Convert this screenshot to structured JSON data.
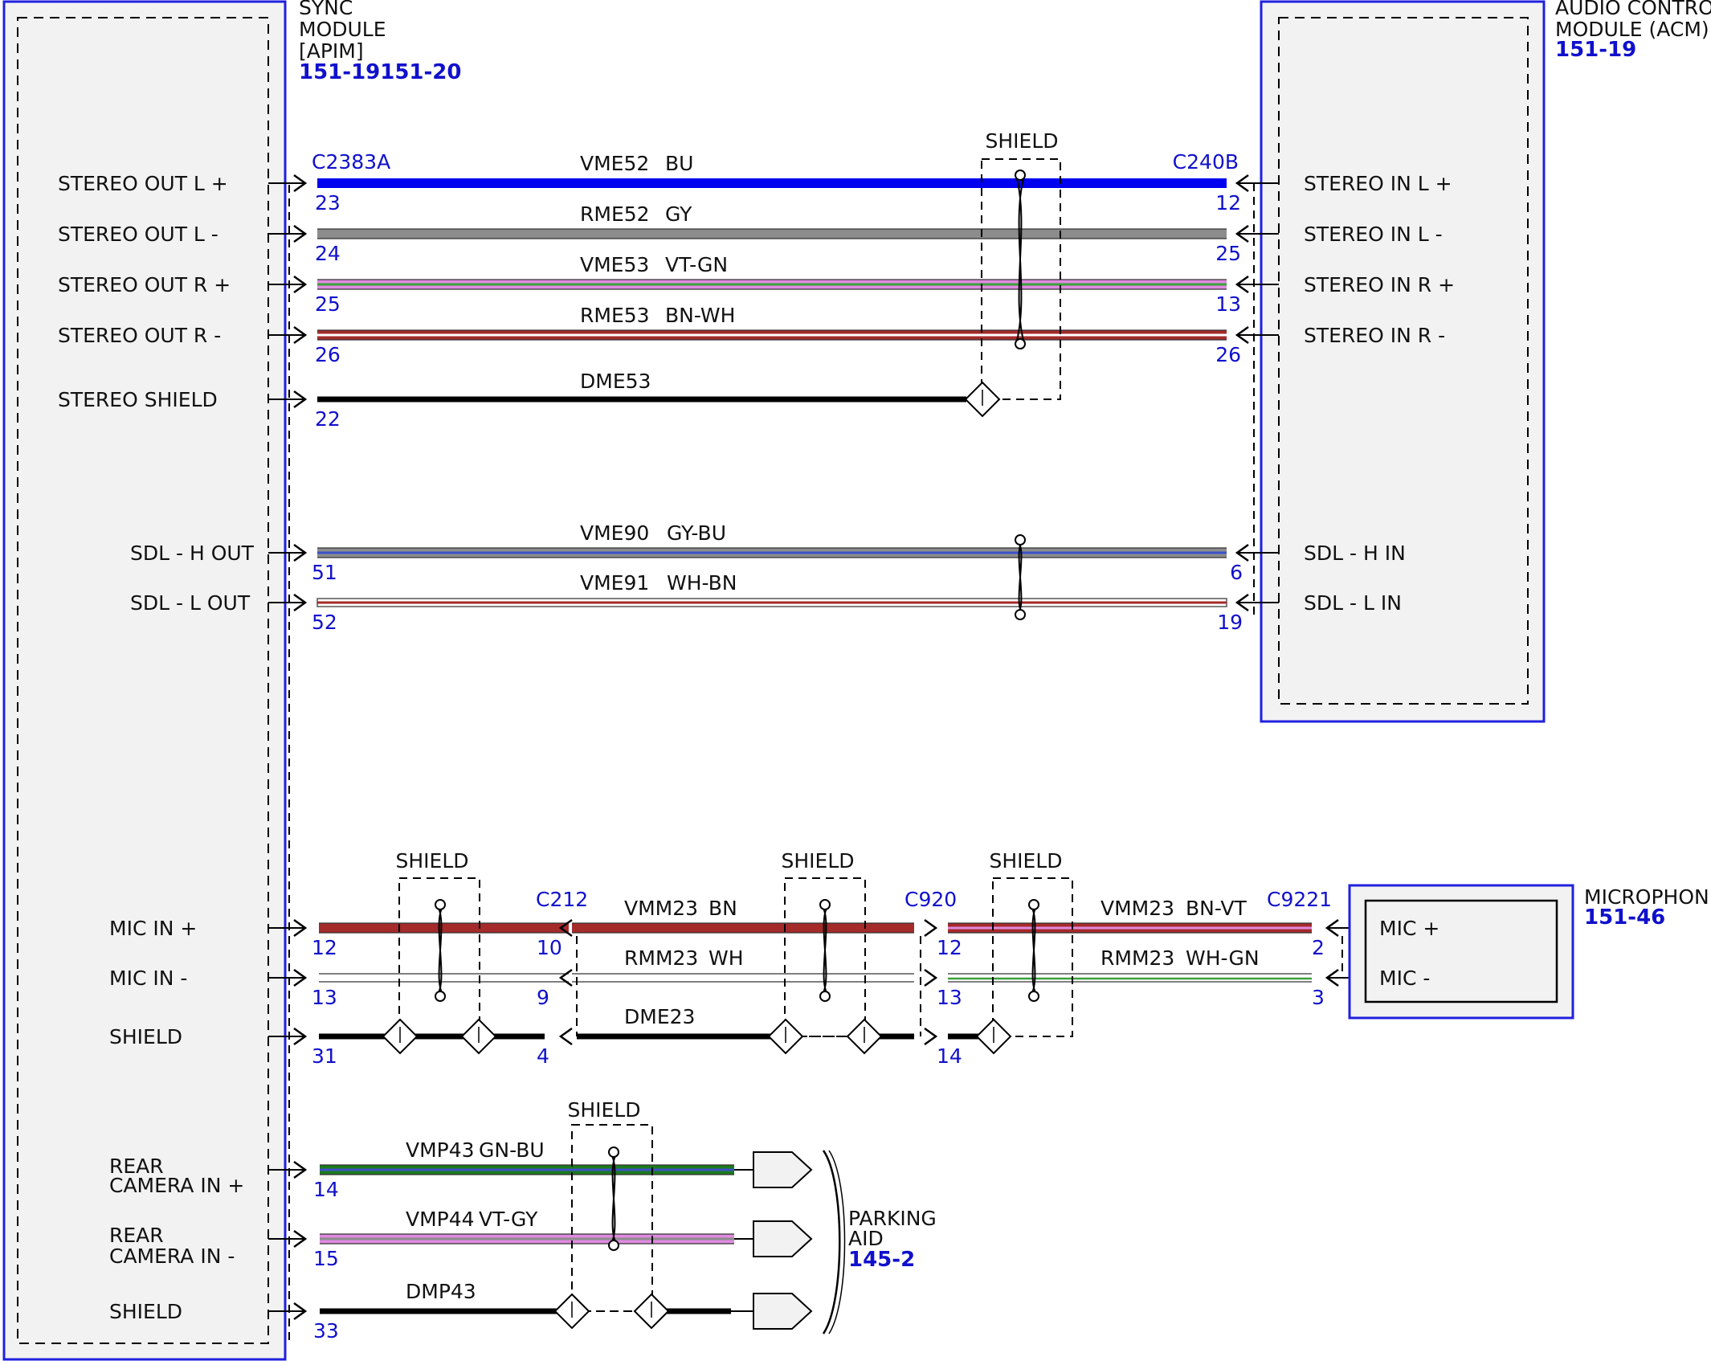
{
  "modules": {
    "sync": {
      "name_lines": [
        "SYNC",
        "MODULE",
        "[APIM]"
      ],
      "ref": "151-19151-20"
    },
    "acm": {
      "name_lines": [
        "AUDIO CONTROL",
        "MODULE (ACM)"
      ],
      "ref": "151-19"
    },
    "microphone": {
      "name_lines": [
        "MICROPHONE"
      ],
      "ref": "151-46"
    },
    "parking_aid": {
      "name_lines": [
        "PARKING",
        "AID"
      ],
      "ref": "145-2"
    }
  },
  "connectors": {
    "c2383a": "C2383A",
    "c240b": "C240B",
    "c212": "C212",
    "c920": "C920",
    "c9221": "C9221"
  },
  "shield_label": "SHIELD",
  "stereo": {
    "left_labels": [
      "STEREO OUT L +",
      "STEREO OUT L -",
      "STEREO OUT R +",
      "STEREO OUT R -",
      "STEREO SHIELD"
    ],
    "right_labels": [
      "STEREO IN L +",
      "STEREO IN L -",
      "STEREO IN R +",
      "STEREO IN R -"
    ],
    "wires": [
      {
        "circuit": "VME52",
        "color_code": "BU",
        "left_pin": "23",
        "right_pin": "12",
        "color": "#0000ee",
        "stripe": ""
      },
      {
        "circuit": "RME52",
        "color_code": "GY",
        "left_pin": "24",
        "right_pin": "25",
        "color": "#8c8c8c",
        "stripe": ""
      },
      {
        "circuit": "VME53",
        "color_code": "VT-GN",
        "left_pin": "25",
        "right_pin": "13",
        "color": "#e08ae0",
        "stripe": "#3aa03a"
      },
      {
        "circuit": "RME53",
        "color_code": "BN-WH",
        "left_pin": "26",
        "right_pin": "26",
        "color": "#a52a2a",
        "stripe": "#ffffff"
      }
    ],
    "drain": {
      "circuit": "DME53",
      "left_pin": "22"
    }
  },
  "sdl": {
    "left_labels": [
      "SDL - H OUT",
      "SDL - L OUT"
    ],
    "right_labels": [
      "SDL - H IN",
      "SDL - L IN"
    ],
    "wires": [
      {
        "circuit": "VME90",
        "color_code": "GY-BU",
        "left_pin": "51",
        "right_pin": "6",
        "color": "#8c8c8c",
        "stripe": "#3a52c8"
      },
      {
        "circuit": "VME91",
        "color_code": "WH-BN",
        "left_pin": "52",
        "right_pin": "19",
        "color": "#ffffff",
        "stripe": "#a52a2a"
      }
    ]
  },
  "mic": {
    "left_labels": [
      "MIC IN +",
      "MIC IN -",
      "SHIELD"
    ],
    "right_labels": [
      "MIC +",
      "MIC -"
    ],
    "seg1_pins": [
      "12",
      "13",
      "31"
    ],
    "c212_pins": [
      "10",
      "9",
      "4"
    ],
    "seg2": [
      {
        "circuit": "VMM23",
        "color_code": "BN"
      },
      {
        "circuit": "RMM23",
        "color_code": "WH"
      },
      {
        "circuit": "DME23",
        "color_code": ""
      }
    ],
    "c920_pins": [
      "12",
      "13",
      "14"
    ],
    "seg3": [
      {
        "circuit": "VMM23",
        "color_code": "BN-VT"
      },
      {
        "circuit": "RMM23",
        "color_code": "WH-GN"
      }
    ],
    "c9221_pins": [
      "2",
      "3"
    ]
  },
  "camera": {
    "left_label_lines": [
      [
        "REAR",
        "CAMERA IN +"
      ],
      [
        "REAR",
        "CAMERA IN -"
      ],
      [
        "SHIELD"
      ]
    ],
    "wires": [
      {
        "circuit": "VMP43",
        "color_code": "GN-BU",
        "pin": "14",
        "color": "#1e7a1e",
        "stripe": "#3a52c8"
      },
      {
        "circuit": "VMP44",
        "color_code": "VT-GY",
        "pin": "15",
        "color": "#e08ae0",
        "stripe": "#8c8c8c"
      },
      {
        "circuit": "DMP43",
        "color_code": "",
        "pin": "33",
        "color": "#111111",
        "stripe": ""
      }
    ]
  },
  "colors": {
    "module_border": "#2020dd",
    "module_fill": "#f2f2f2",
    "pin_text": "#1010cc"
  }
}
